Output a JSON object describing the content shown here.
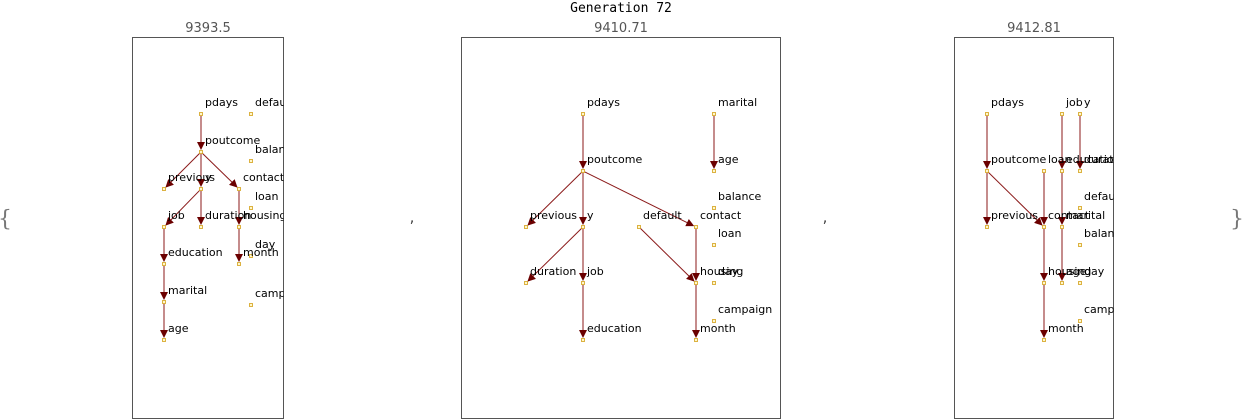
{
  "title": "Generation 72",
  "open_brace": "{",
  "close_brace": "}",
  "separator": ",",
  "colors": {
    "edge": "#8b1a1a",
    "arrowhead": "#6b0000",
    "node_fill": "#fff7cc",
    "node_stroke": "#d4a017",
    "frame": "#555555"
  },
  "panels": [
    {
      "score": "9393.5",
      "nodes": [
        {
          "id": "pdays",
          "label": "pdays"
        },
        {
          "id": "defau",
          "label": "defau"
        },
        {
          "id": "poutcome",
          "label": "poutcome"
        },
        {
          "id": "balan",
          "label": "balan"
        },
        {
          "id": "previous",
          "label": "previous"
        },
        {
          "id": "y",
          "label": "y"
        },
        {
          "id": "contact",
          "label": "contact"
        },
        {
          "id": "loan",
          "label": "loan"
        },
        {
          "id": "job",
          "label": "job"
        },
        {
          "id": "duration",
          "label": "duration"
        },
        {
          "id": "housing",
          "label": "housing"
        },
        {
          "id": "day",
          "label": "day"
        },
        {
          "id": "month",
          "label": "month"
        },
        {
          "id": "education",
          "label": "education"
        },
        {
          "id": "marital",
          "label": "marital"
        },
        {
          "id": "campa",
          "label": "campa"
        },
        {
          "id": "age",
          "label": "age"
        }
      ],
      "edges": [
        [
          "pdays",
          "poutcome"
        ],
        [
          "poutcome",
          "previous"
        ],
        [
          "poutcome",
          "y"
        ],
        [
          "poutcome",
          "contact"
        ],
        [
          "y",
          "job"
        ],
        [
          "y",
          "duration"
        ],
        [
          "contact",
          "housing"
        ],
        [
          "housing",
          "month"
        ],
        [
          "job",
          "education"
        ],
        [
          "education",
          "marital"
        ],
        [
          "marital",
          "age"
        ]
      ]
    },
    {
      "score": "9410.71",
      "nodes": [
        {
          "id": "pdays",
          "label": "pdays"
        },
        {
          "id": "marital",
          "label": "marital"
        },
        {
          "id": "poutcome",
          "label": "poutcome"
        },
        {
          "id": "age",
          "label": "age"
        },
        {
          "id": "balance",
          "label": "balance"
        },
        {
          "id": "previous",
          "label": "previous"
        },
        {
          "id": "y",
          "label": "y"
        },
        {
          "id": "default",
          "label": "default"
        },
        {
          "id": "contact",
          "label": "contact"
        },
        {
          "id": "loan",
          "label": "loan"
        },
        {
          "id": "duration",
          "label": "duration"
        },
        {
          "id": "job",
          "label": "job"
        },
        {
          "id": "housing",
          "label": "housing"
        },
        {
          "id": "day",
          "label": "day"
        },
        {
          "id": "campaign",
          "label": "campaign"
        },
        {
          "id": "education",
          "label": "education"
        },
        {
          "id": "month",
          "label": "month"
        }
      ],
      "edges": [
        [
          "pdays",
          "poutcome"
        ],
        [
          "marital",
          "age"
        ],
        [
          "poutcome",
          "previous"
        ],
        [
          "poutcome",
          "y"
        ],
        [
          "poutcome",
          "contact"
        ],
        [
          "y",
          "duration"
        ],
        [
          "y",
          "job"
        ],
        [
          "default",
          "housing"
        ],
        [
          "contact",
          "housing"
        ],
        [
          "job",
          "education"
        ],
        [
          "housing",
          "month"
        ]
      ]
    },
    {
      "score": "9412.81",
      "nodes": [
        {
          "id": "pdays",
          "label": "pdays"
        },
        {
          "id": "job",
          "label": "job"
        },
        {
          "id": "y",
          "label": "y"
        },
        {
          "id": "poutcome",
          "label": "poutcome"
        },
        {
          "id": "loan",
          "label": "loan"
        },
        {
          "id": "education",
          "label": "education"
        },
        {
          "id": "duration",
          "label": "duration"
        },
        {
          "id": "defau",
          "label": "defau"
        },
        {
          "id": "previous",
          "label": "previous"
        },
        {
          "id": "contact",
          "label": "contact"
        },
        {
          "id": "marital",
          "label": "marital"
        },
        {
          "id": "balan",
          "label": "balan"
        },
        {
          "id": "housing",
          "label": "housing"
        },
        {
          "id": "age",
          "label": "age"
        },
        {
          "id": "day",
          "label": "day"
        },
        {
          "id": "campa",
          "label": "campa"
        },
        {
          "id": "month",
          "label": "month"
        }
      ],
      "edges": [
        [
          "pdays",
          "poutcome"
        ],
        [
          "poutcome",
          "previous"
        ],
        [
          "poutcome",
          "contact"
        ],
        [
          "loan",
          "contact"
        ],
        [
          "job",
          "education"
        ],
        [
          "y",
          "duration"
        ],
        [
          "education",
          "marital"
        ],
        [
          "contact",
          "housing"
        ],
        [
          "marital",
          "age"
        ],
        [
          "housing",
          "month"
        ]
      ]
    }
  ]
}
